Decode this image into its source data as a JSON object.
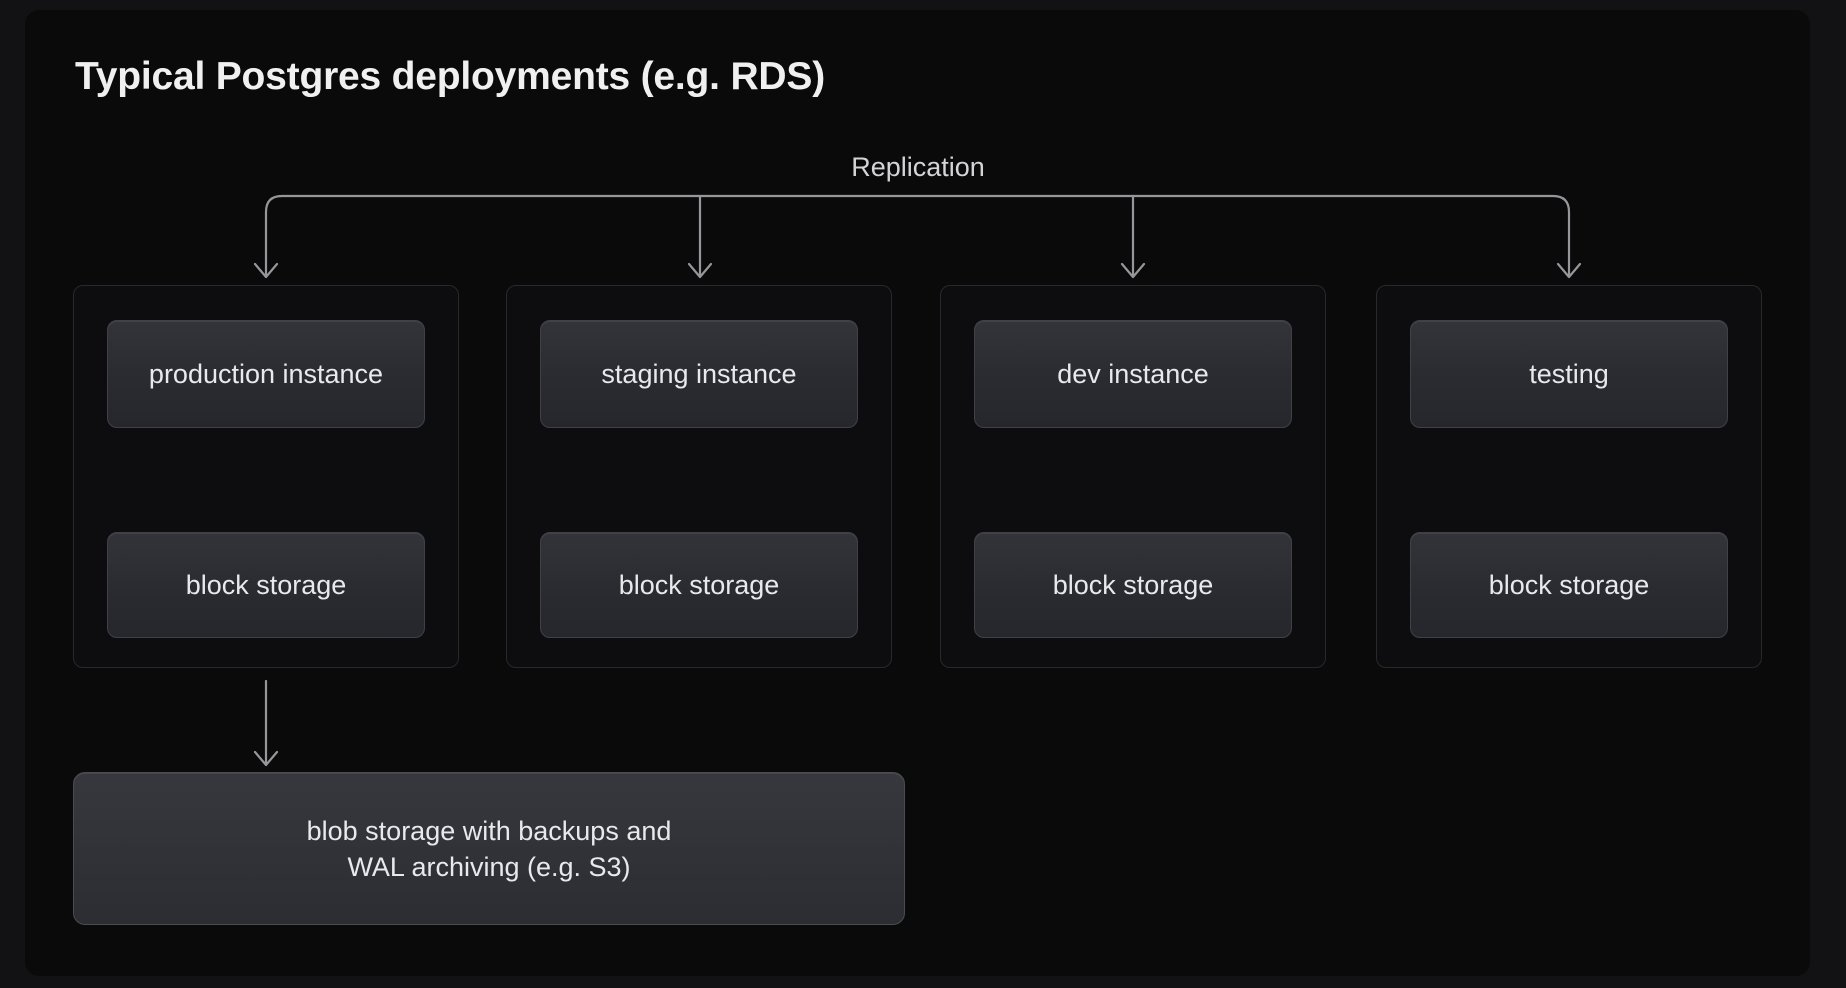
{
  "diagram": {
    "title": "Typical Postgres deployments (e.g. RDS)",
    "replication_label": "Replication",
    "groups": [
      {
        "instance_label": "production instance",
        "storage_label": "block storage"
      },
      {
        "instance_label": "staging instance",
        "storage_label": "block storage"
      },
      {
        "instance_label": "dev instance",
        "storage_label": "block storage"
      },
      {
        "instance_label": "testing",
        "storage_label": "block storage"
      }
    ],
    "blob": {
      "line1": "blob storage with backups and",
      "line2": "WAL archiving (e.g. S3)"
    },
    "colors": {
      "page_background": "#121214",
      "canvas_background": "#0a0a0b",
      "group_fill": "#0d0d0f",
      "group_border": "#28292d",
      "node_fill_top": "#32343a",
      "node_fill_bottom": "#26272c",
      "node_border": "#3f4147",
      "blob_border": "#4a4c52",
      "connector": "#96969b",
      "title_text": "#f0f0f1",
      "label_text": "#e9e9ec",
      "replication_text": "#d4d4d7"
    }
  }
}
